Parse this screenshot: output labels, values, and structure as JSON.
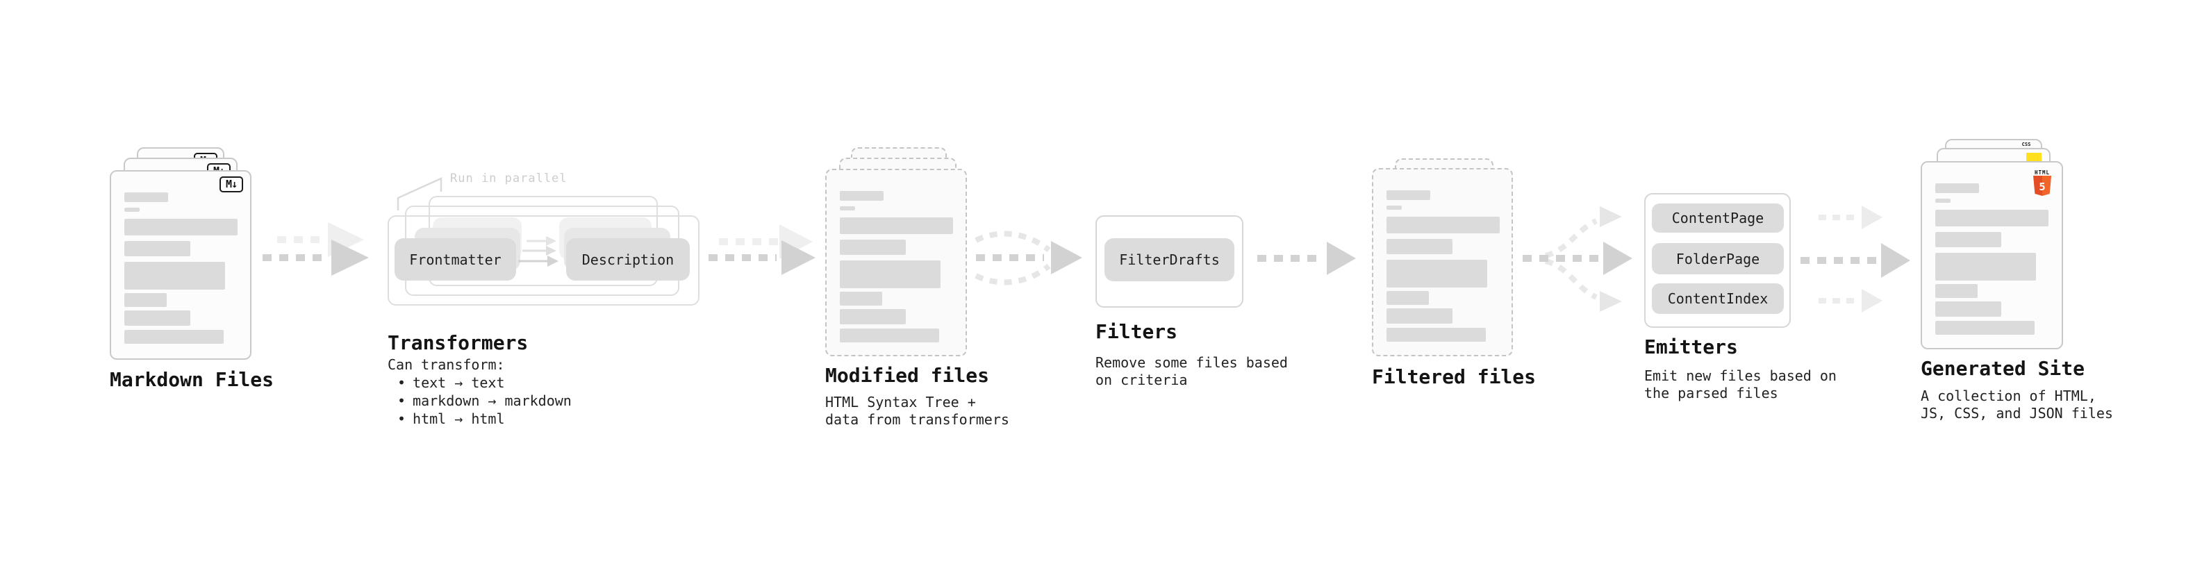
{
  "diagram": {
    "markdown_files": {
      "label": "Markdown Files",
      "badge": "M↓"
    },
    "transformers": {
      "annotation": "Run in parallel",
      "pill_frontmatter": "Frontmatter",
      "pill_description": "Description",
      "title": "Transformers",
      "desc_heading": "Can transform:",
      "bullet_char": "•",
      "bullets": [
        "text → text",
        "markdown → markdown",
        "html → html"
      ]
    },
    "modified_files": {
      "title": "Modified files",
      "desc": "HTML Syntax Tree +\ndata from transformers"
    },
    "filters": {
      "pill": "FilterDrafts",
      "title": "Filters",
      "desc": "Remove some files based\non criteria"
    },
    "filtered_files": {
      "title": "Filtered files"
    },
    "emitters": {
      "pills": [
        "ContentPage",
        "FolderPage",
        "ContentIndex"
      ],
      "title": "Emitters",
      "desc": "Emit new files based on\nthe parsed files"
    },
    "generated_site": {
      "title": "Generated Site",
      "desc": "A collection of HTML,\nJS, CSS, and JSON files",
      "html5_badge_label": "HTML",
      "html5_badge_number": "5",
      "css_badge_label": "CSS"
    }
  },
  "colors": {
    "html5_orange": "#e44d26",
    "html5_orange_light": "#f16529",
    "js_yellow": "#ffdf1e",
    "css_blue": "#2d6fe4",
    "arrow_gray": "#d2d2d2",
    "arrow_faint": "#ededed"
  }
}
